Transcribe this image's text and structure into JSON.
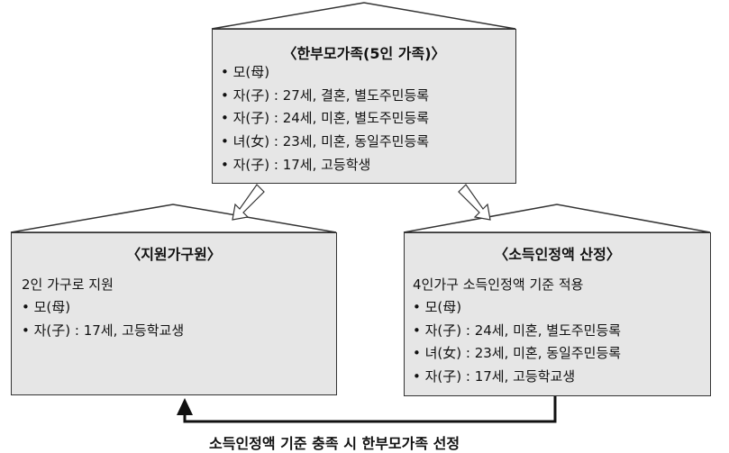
{
  "top_box": {
    "title": "〈한부모가족(5인 가족)〉",
    "lines": [
      "• 모(母)",
      "• 자(子) : 27세, 결혼, 별도주민등록",
      "• 자(子) : 24세, 미혼, 별도주민등록",
      "• 녀(女) : 23세, 미혼, 동일주민등록",
      "• 자(子) : 17세, 고등학생"
    ]
  },
  "left_box": {
    "title": "〈지원가구원〉",
    "lines": [
      "2인 가구로 지원",
      "• 모(母)",
      "• 자(子) : 17세, 고등학교생"
    ]
  },
  "right_box": {
    "title": "〈소득인정액 산정〉",
    "lines": [
      "4인가구 소득인정액 기준 적용",
      "• 모(母)",
      "• 자(子) : 24세, 미혼, 별도주민등록",
      "• 녀(女) : 23세, 미혼, 동일주민등록",
      "• 자(子) : 17세, 고등학교생"
    ]
  },
  "bottom_label": "소득인정액 기준 충족 시 한부모가족 선정"
}
